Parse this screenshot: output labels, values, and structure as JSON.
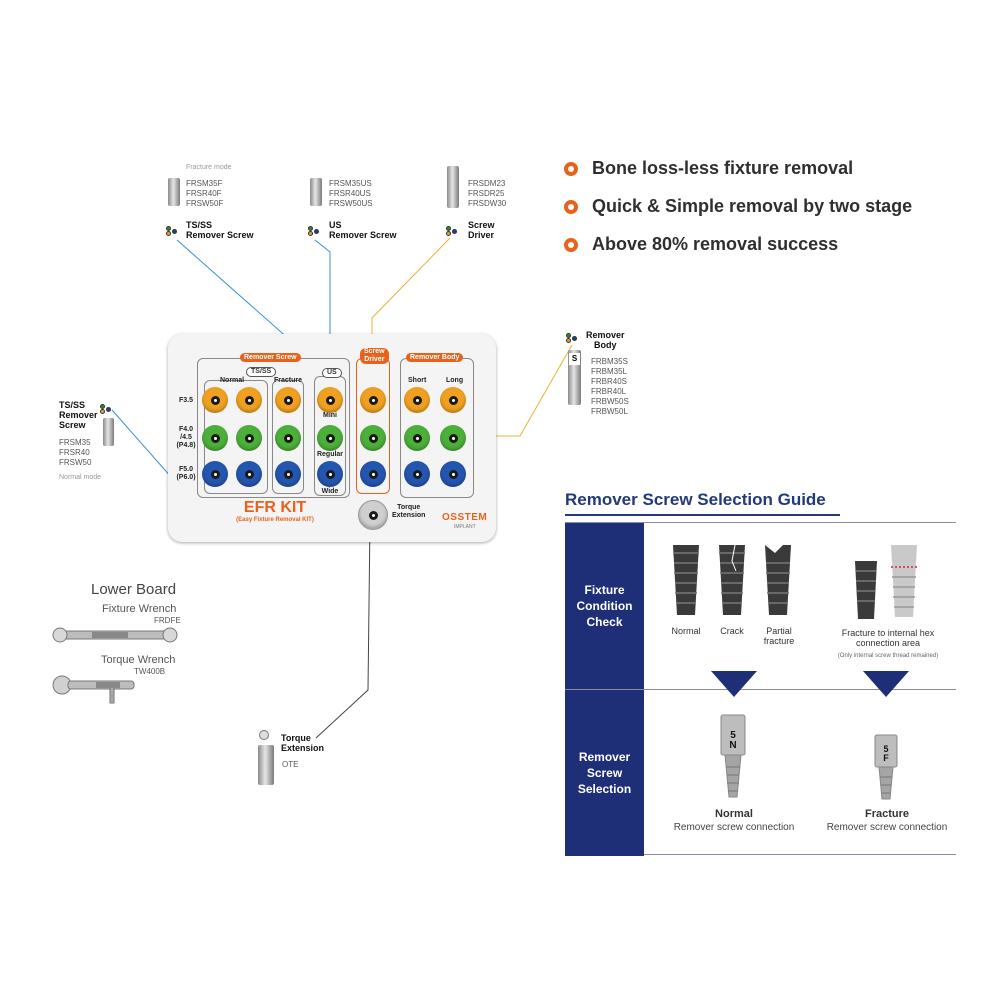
{
  "features": [
    "Bone loss-less fixture removal",
    "Quick & Simple removal by two stage",
    "Above 80% removal success"
  ],
  "top_tools": {
    "fracture_mode_note": "Fracture mode",
    "tsss": {
      "codes": "FRSM35F\nFRSR40F\nFRSW50F",
      "name": "TS/SS\nRemover Screw"
    },
    "us": {
      "codes": "FRSM35US\nFRSR40US\nFRSW50US",
      "name": "US\nRemover Screw"
    },
    "driver": {
      "codes": "FRSDM23\nFRSDR25\nFRSDW30",
      "name": "Screw\nDriver"
    }
  },
  "remover_body": {
    "name": "Remover\nBody",
    "badge": "S",
    "codes": "FRBM35S\nFRBM35L\nFRBR40S\nFRBR40L\nFRBW50S\nFRBW50L"
  },
  "left_tool": {
    "name": "TS/SS\nRemover\nScrew",
    "codes": "FRSM35\nFRSR40\nFRSW50",
    "note": "Normal mode"
  },
  "lower_board": {
    "title": "Lower Board",
    "fixture_wrench": "Fixture Wrench",
    "fixture_wrench_code": "FRDFE",
    "torque_wrench": "Torque Wrench",
    "torque_wrench_code": "TW400B"
  },
  "torque_extension": {
    "name": "Torque\nExtension",
    "code": "OTE"
  },
  "kit": {
    "pill_remover_screw": "Remover Screw",
    "pill_tsss": "TS/SS",
    "pill_screw_driver": "Screw\nDriver",
    "pill_remover_body": "Remover Body",
    "pill_us": "US",
    "col_normal": "Normal",
    "col_fracture": "Fracture",
    "col_short": "Short",
    "col_long": "Long",
    "row_f35": "F3.5",
    "row_f40": "F4.0\n/4.5\n(P4.8)",
    "row_f50": "F5.0\n(P6.0)",
    "us_mini": "Mini",
    "us_regular": "Regular",
    "us_wide": "Wide",
    "torque_ext_label": "Torque\nExtension",
    "kit_title": "EFR KIT",
    "kit_subtitle": "(Easy Fixture Removal KIT)",
    "brand": "OSSTEM",
    "brand_sub": "IMPLANT"
  },
  "guide": {
    "title": "Remover Screw Selection Guide",
    "row1": "Fixture\nCondition\nCheck",
    "row2": "Remover\nScrew\nSelection",
    "cond_normal": "Normal",
    "cond_crack": "Crack",
    "cond_partial": "Partial\nfracture",
    "cond_hex": "Fracture to internal hex\nconnection area",
    "cond_hex_note": "(Only internal screw thread remained)",
    "screw_normal_badge": "5\nN",
    "screw_fracture_badge": "5\nF",
    "sel_normal_title": "Normal",
    "sel_normal_sub": "Remover screw connection",
    "sel_fracture_title": "Fracture",
    "sel_fracture_sub": "Remover screw connection"
  },
  "colors": {
    "accent": "#e8621c",
    "navy": "#1e2f78",
    "orange_btn": "#f0a020",
    "green_btn": "#4caf3a",
    "blue_btn": "#2456b0"
  }
}
